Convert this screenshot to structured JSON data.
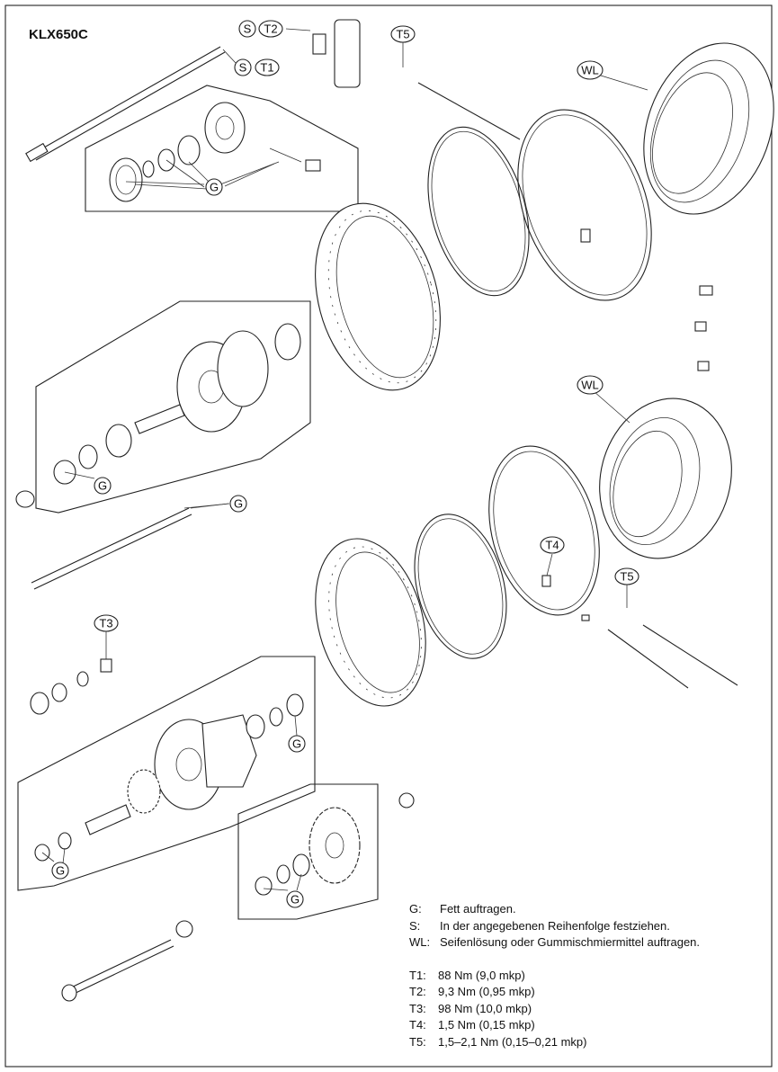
{
  "title": "KLX650C",
  "callouts": {
    "S": "S",
    "T1": "T1",
    "T2": "T2",
    "T3": "T3",
    "T4": "T4",
    "T5": "T5",
    "G": "G",
    "WL": "WL"
  },
  "legend": {
    "notes": [
      {
        "key": "G:",
        "text": "Fett auftragen."
      },
      {
        "key": "S:",
        "text": "In der angegebenen Reihenfolge festziehen."
      },
      {
        "key": "WL:",
        "text": "Seifenlösung oder Gummischmiermittel auftragen."
      }
    ],
    "torques": [
      {
        "key": "T1:",
        "text": "88 Nm (9,0 mkp)"
      },
      {
        "key": "T2:",
        "text": "9,3 Nm (0,95 mkp)"
      },
      {
        "key": "T3:",
        "text": "98 Nm (10,0 mkp)"
      },
      {
        "key": "T4:",
        "text": "1,5 Nm (0,15 mkp)"
      },
      {
        "key": "T5:",
        "text": "1,5–2,1 Nm (0,15–0,21 mkp)"
      }
    ]
  }
}
